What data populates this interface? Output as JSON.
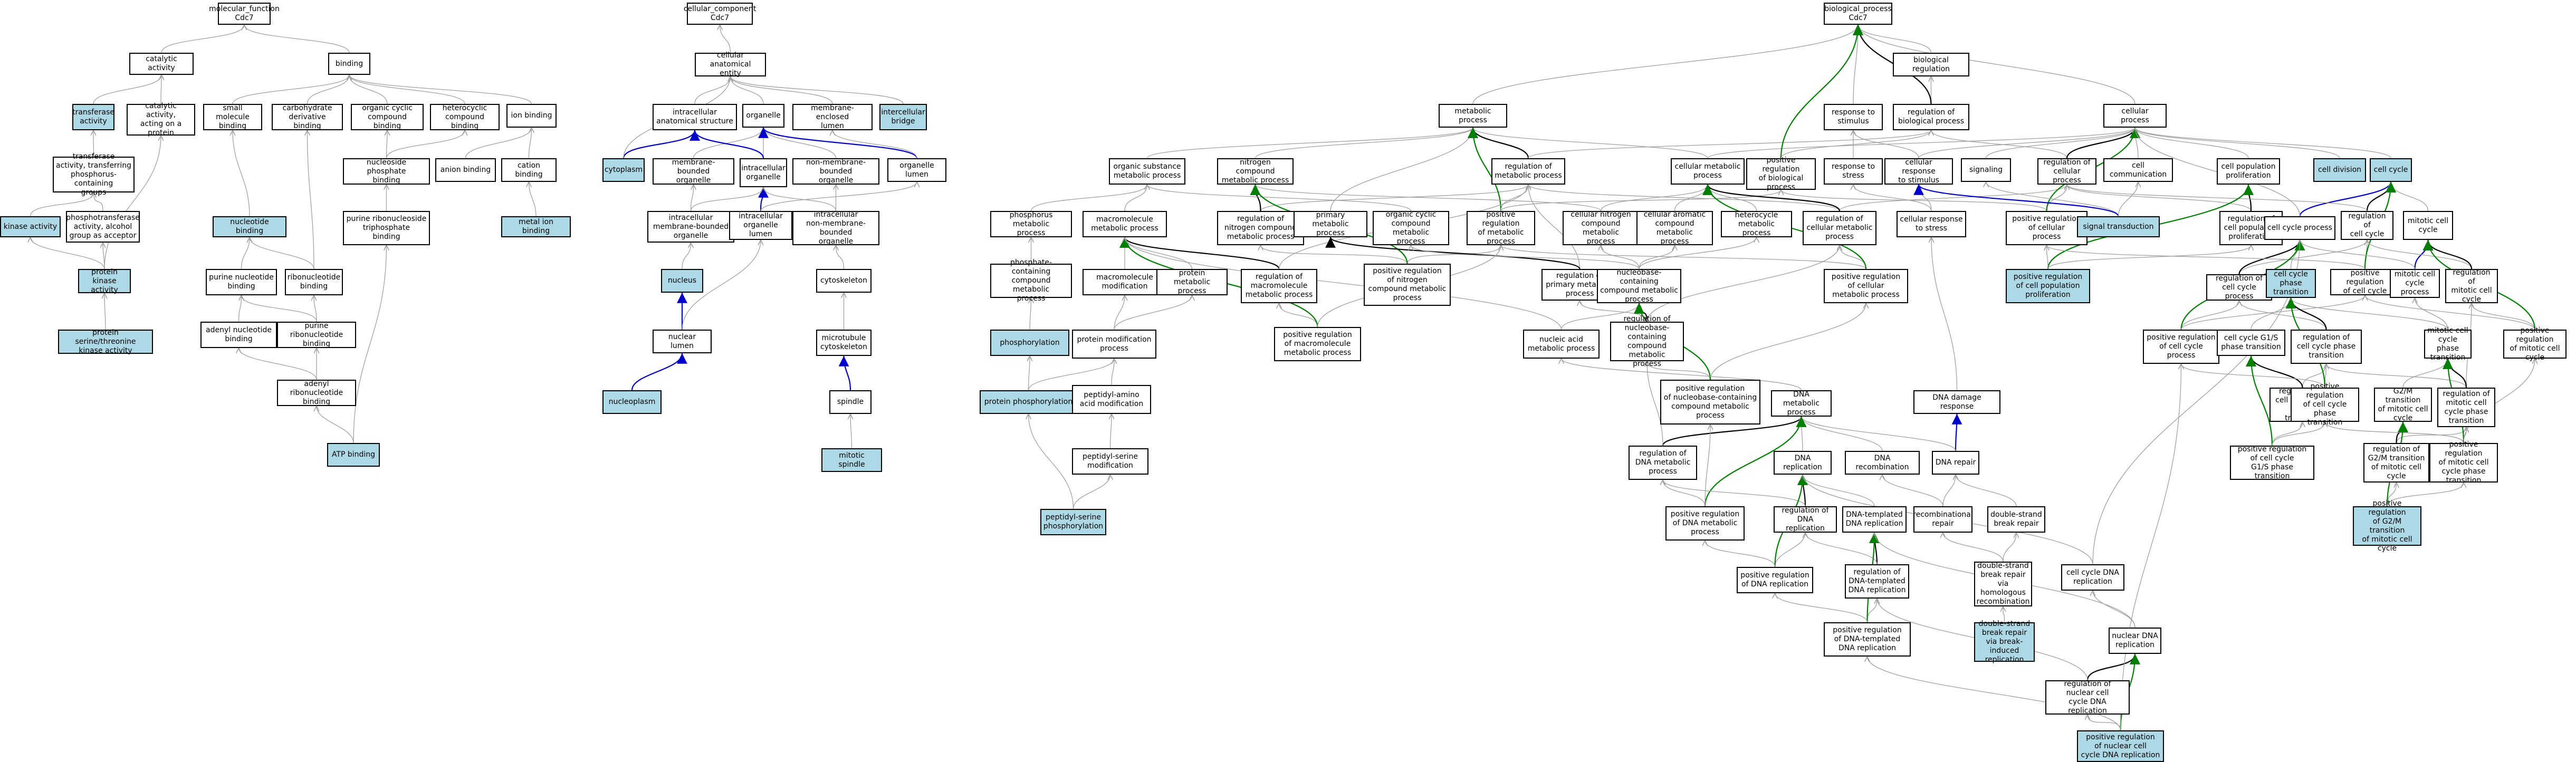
{
  "colors": {
    "highlight_fill": "#add8e6",
    "edge_is_a": "#a0a0a0",
    "edge_part_of": "#0000cc",
    "edge_regulates": "#000000",
    "edge_positively_regulates": "#008000"
  },
  "nodes": [
    {
      "id": "mf",
      "label": "molecular_function\nCdc7",
      "hl": false
    },
    {
      "id": "cat",
      "label": "catalytic activity",
      "hl": false
    },
    {
      "id": "trans",
      "label": "transferase\nactivity",
      "hl": true
    },
    {
      "id": "catprot",
      "label": "catalytic activity,\nacting on a\nprotein",
      "hl": false
    },
    {
      "id": "transphos",
      "label": "transferase\nactivity, transferring\nphosphorus-containing\ngroups",
      "hl": false
    },
    {
      "id": "kinase",
      "label": "kinase activity",
      "hl": true
    },
    {
      "id": "phosalc",
      "label": "phosphotransferase\nactivity, alcohol\ngroup as acceptor",
      "hl": false
    },
    {
      "id": "pka",
      "label": "protein kinase\nactivity",
      "hl": true
    },
    {
      "id": "pst",
      "label": "protein serine/threonine\nkinase activity",
      "hl": true
    },
    {
      "id": "binding",
      "label": "binding",
      "hl": false
    },
    {
      "id": "smb",
      "label": "small molecule\nbinding",
      "hl": false
    },
    {
      "id": "carb",
      "label": "carbohydrate\nderivative binding",
      "hl": false
    },
    {
      "id": "occ",
      "label": "organic cyclic\ncompound binding",
      "hl": false
    },
    {
      "id": "het",
      "label": "heterocyclic\ncompound binding",
      "hl": false
    },
    {
      "id": "ionb",
      "label": "ion binding",
      "hl": false
    },
    {
      "id": "nucb",
      "label": "nucleotide binding",
      "hl": true
    },
    {
      "id": "nspb",
      "label": "nucleoside phosphate\nbinding",
      "hl": false
    },
    {
      "id": "anionb",
      "label": "anion binding",
      "hl": false
    },
    {
      "id": "cationb",
      "label": "cation binding",
      "hl": false
    },
    {
      "id": "prnt",
      "label": "purine ribonucleoside\ntriphosphate\nbinding",
      "hl": false
    },
    {
      "id": "metal",
      "label": "metal ion binding",
      "hl": true
    },
    {
      "id": "purnb",
      "label": "purine nucleotide\nbinding",
      "hl": false
    },
    {
      "id": "ribob",
      "label": "ribonucleotide\nbinding",
      "hl": false
    },
    {
      "id": "adenb",
      "label": "adenyl nucleotide\nbinding",
      "hl": false
    },
    {
      "id": "prb",
      "label": "purine ribonucleotide\nbinding",
      "hl": false
    },
    {
      "id": "adribb",
      "label": "adenyl ribonucleotide\nbinding",
      "hl": false
    },
    {
      "id": "atp",
      "label": "ATP binding",
      "hl": true
    },
    {
      "id": "cc",
      "label": "cellular_component\nCdc7",
      "hl": false
    },
    {
      "id": "cae",
      "label": "cellular anatomical\nentity",
      "hl": false
    },
    {
      "id": "ias",
      "label": "intracellular\nanatomical structure",
      "hl": false
    },
    {
      "id": "organelle",
      "label": "organelle",
      "hl": false
    },
    {
      "id": "meml",
      "label": "membrane-enclosed\nlumen",
      "hl": false
    },
    {
      "id": "icb",
      "label": "intercellular\nbridge",
      "hl": true
    },
    {
      "id": "cyto",
      "label": "cytoplasm",
      "hl": true
    },
    {
      "id": "mbo",
      "label": "membrane-bounded\norganelle",
      "hl": false
    },
    {
      "id": "io",
      "label": "intracellular\norganelle",
      "hl": false
    },
    {
      "id": "nmbo",
      "label": "non-membrane-bounded\norganelle",
      "hl": false
    },
    {
      "id": "ol",
      "label": "organelle lumen",
      "hl": false
    },
    {
      "id": "imbo",
      "label": "intracellular\nmembrane-bounded\norganelle",
      "hl": false
    },
    {
      "id": "iol",
      "label": "intracellular\norganelle lumen",
      "hl": false
    },
    {
      "id": "inmbo",
      "label": "intracellular\nnon-membrane-bounded\norganelle",
      "hl": false
    },
    {
      "id": "nucleus",
      "label": "nucleus",
      "hl": true
    },
    {
      "id": "cytosk",
      "label": "cytoskeleton",
      "hl": false
    },
    {
      "id": "nuclum",
      "label": "nuclear lumen",
      "hl": false
    },
    {
      "id": "mtc",
      "label": "microtubule\ncytoskeleton",
      "hl": false
    },
    {
      "id": "nucleoplasm",
      "label": "nucleoplasm",
      "hl": true
    },
    {
      "id": "spindle",
      "label": "spindle",
      "hl": false
    },
    {
      "id": "mspindle",
      "label": "mitotic spindle",
      "hl": true
    },
    {
      "id": "bp",
      "label": "biological_process\nCdc7",
      "hl": false
    },
    {
      "id": "bioreg",
      "label": "biological regulation",
      "hl": false
    },
    {
      "id": "metproc",
      "label": "metabolic process",
      "hl": false
    },
    {
      "id": "rstim",
      "label": "response to\nstimulus",
      "hl": false
    },
    {
      "id": "regbp",
      "label": "regulation of\nbiological process",
      "hl": false
    },
    {
      "id": "cellproc",
      "label": "cellular process",
      "hl": false
    },
    {
      "id": "osmp",
      "label": "organic substance\nmetabolic process",
      "hl": false
    },
    {
      "id": "ncmp",
      "label": "nitrogen compound\nmetabolic process",
      "hl": false
    },
    {
      "id": "regmp",
      "label": "regulation of\nmetabolic process",
      "hl": false
    },
    {
      "id": "cmp",
      "label": "cellular metabolic\nprocess",
      "hl": false
    },
    {
      "id": "prbp",
      "label": "positive regulation\nof biological\nprocess",
      "hl": false
    },
    {
      "id": "rstress",
      "label": "response to\nstress",
      "hl": false
    },
    {
      "id": "crstim",
      "label": "cellular response\nto stimulus",
      "hl": false
    },
    {
      "id": "signaling",
      "label": "signaling",
      "hl": false
    },
    {
      "id": "regcp",
      "label": "regulation of\ncellular process",
      "hl": false
    },
    {
      "id": "ccomm",
      "label": "cell communication",
      "hl": false
    },
    {
      "id": "cpop",
      "label": "cell population\nproliferation",
      "hl": false
    },
    {
      "id": "cdiv",
      "label": "cell division",
      "hl": true
    },
    {
      "id": "ccycle",
      "label": "cell cycle",
      "hl": true
    },
    {
      "id": "phosmp",
      "label": "phosphorus metabolic\nprocess",
      "hl": false
    },
    {
      "id": "macmp",
      "label": "macromolecule\nmetabolic process",
      "hl": false
    },
    {
      "id": "rncmp",
      "label": "regulation of\nnitrogen compound\nmetabolic process",
      "hl": false
    },
    {
      "id": "primmp",
      "label": "primary metabolic\nprocess",
      "hl": false
    },
    {
      "id": "occmp",
      "label": "organic cyclic\ncompound metabolic\nprocess",
      "hl": false
    },
    {
      "id": "prmp",
      "label": "positive regulation\nof metabolic\nprocess",
      "hl": false
    },
    {
      "id": "cncmp",
      "label": "cellular nitrogen\ncompound metabolic\nprocess",
      "hl": false
    },
    {
      "id": "cacmp",
      "label": "cellular aromatic\ncompound metabolic\nprocess",
      "hl": false
    },
    {
      "id": "hetmp",
      "label": "heterocycle\nmetabolic process",
      "hl": false
    },
    {
      "id": "rcmp",
      "label": "regulation of\ncellular metabolic\nprocess",
      "hl": false
    },
    {
      "id": "crstress",
      "label": "cellular response\nto stress",
      "hl": false
    },
    {
      "id": "prcp",
      "label": "positive regulation\nof cellular\nprocess",
      "hl": false
    },
    {
      "id": "sigtrans",
      "label": "signal transduction",
      "hl": true
    },
    {
      "id": "rcpp",
      "label": "regulation of\ncell population\nproliferation",
      "hl": false
    },
    {
      "id": "ccproc",
      "label": "cell cycle process",
      "hl": false
    },
    {
      "id": "regcc",
      "label": "regulation of\ncell cycle",
      "hl": false
    },
    {
      "id": "mcc",
      "label": "mitotic cell\ncycle",
      "hl": false
    },
    {
      "id": "pcmp",
      "label": "phosphate-containing\ncompound metabolic\nprocess",
      "hl": false
    },
    {
      "id": "macmod",
      "label": "macromolecule\nmodification",
      "hl": false
    },
    {
      "id": "protmp",
      "label": "protein metabolic\nprocess",
      "hl": false
    },
    {
      "id": "rmacmp",
      "label": "regulation of\nmacromolecule\nmetabolic process",
      "hl": false
    },
    {
      "id": "prncmp",
      "label": "positive regulation\nof nitrogen\ncompound metabolic\nprocess",
      "hl": false
    },
    {
      "id": "rprimmp",
      "label": "regulation of\nprimary metabolic\nprocess",
      "hl": false
    },
    {
      "id": "nbcmp",
      "label": "nucleobase-containing\ncompound metabolic\nprocess",
      "hl": false
    },
    {
      "id": "prcmp",
      "label": "positive regulation\nof cellular\nmetabolic process",
      "hl": false
    },
    {
      "id": "prcpp",
      "label": "positive regulation\nof cell population\nproliferation",
      "hl": true
    },
    {
      "id": "rccp",
      "label": "regulation of\ncell cycle process",
      "hl": false
    },
    {
      "id": "ccpt",
      "label": "cell cycle phase\ntransition",
      "hl": true
    },
    {
      "id": "prcc",
      "label": "positive regulation\nof cell cycle",
      "hl": false
    },
    {
      "id": "mccp",
      "label": "mitotic cell\ncycle process",
      "hl": false
    },
    {
      "id": "rmcc",
      "label": "regulation of\nmitotic cell\ncycle",
      "hl": false
    },
    {
      "id": "phosph",
      "label": "phosphorylation",
      "hl": true
    },
    {
      "id": "pmp",
      "label": "protein modification\nprocess",
      "hl": false
    },
    {
      "id": "prmacmp",
      "label": "positive regulation\nof macromolecule\nmetabolic process",
      "hl": false
    },
    {
      "id": "namp",
      "label": "nucleic acid\nmetabolic process",
      "hl": false
    },
    {
      "id": "rnbcmp",
      "label": "regulation of\nnucleobase-containing\ncompound metabolic\nprocess",
      "hl": false
    },
    {
      "id": "prccp",
      "label": "positive regulation\nof cell cycle\nprocess",
      "hl": false
    },
    {
      "id": "ccg1s",
      "label": "cell cycle G1/S\nphase transition",
      "hl": false
    },
    {
      "id": "rccpt",
      "label": "regulation of\ncell cycle phase\ntransition",
      "hl": false
    },
    {
      "id": "mccpt",
      "label": "mitotic cell cycle\nphase transition",
      "hl": false
    },
    {
      "id": "prmcc",
      "label": "positive regulation\nof mitotic cell\ncycle",
      "hl": false
    },
    {
      "id": "protphos",
      "label": "protein phosphorylation",
      "hl": true
    },
    {
      "id": "paamod",
      "label": "peptidyl-amino\nacid modification",
      "hl": false
    },
    {
      "id": "prnbcmp",
      "label": "positive regulation\nof nucleobase-containing\ncompound metabolic\nprocess",
      "hl": false
    },
    {
      "id": "dnamp",
      "label": "DNA metabolic\nprocess",
      "hl": false
    },
    {
      "id": "rccg1s",
      "label": "regulation of\ncell cycle G1/S\nphase transition",
      "hl": false
    },
    {
      "id": "prccpt",
      "label": "positive regulation\nof cell cycle phase\ntransition",
      "hl": false
    },
    {
      "id": "g2m",
      "label": "G2/M transition\nof mitotic cell\ncycle",
      "hl": false
    },
    {
      "id": "rmccpt",
      "label": "regulation of\nmitotic cell\ncycle phase\ntransition",
      "hl": false
    },
    {
      "id": "psermod",
      "label": "peptidyl-serine\nmodification",
      "hl": false
    },
    {
      "id": "dnadr",
      "label": "DNA damage response",
      "hl": false
    },
    {
      "id": "rdnamp",
      "label": "regulation of\nDNA metabolic\nprocess",
      "hl": false
    },
    {
      "id": "dnarep",
      "label": "DNA replication",
      "hl": false
    },
    {
      "id": "dnarec",
      "label": "DNA recombination",
      "hl": false
    },
    {
      "id": "dnarepair",
      "label": "DNA repair",
      "hl": false
    },
    {
      "id": "prccg1s",
      "label": "positive regulation\nof cell cycle\nG1/S phase transition",
      "hl": false
    },
    {
      "id": "rg2m",
      "label": "regulation of\nG2/M transition\nof mitotic cell\ncycle",
      "hl": false
    },
    {
      "id": "prmccpt",
      "label": "positive regulation\nof mitotic cell\ncycle phase\ntransition",
      "hl": false
    },
    {
      "id": "psphos",
      "label": "peptidyl-serine\nphosphorylation",
      "hl": true
    },
    {
      "id": "prdnamp",
      "label": "positive regulation\nof DNA metabolic\nprocess",
      "hl": false
    },
    {
      "id": "rdnarep",
      "label": "regulation of\nDNA replication",
      "hl": false
    },
    {
      "id": "dtdr",
      "label": "DNA-templated\nDNA replication",
      "hl": false
    },
    {
      "id": "recrep",
      "label": "recombinational\nrepair",
      "hl": false
    },
    {
      "id": "dsbr",
      "label": "double-strand\nbreak repair",
      "hl": false
    },
    {
      "id": "prg2m",
      "label": "positive regulation\nof G2/M transition\nof mitotic cell\ncycle",
      "hl": true
    },
    {
      "id": "prdnarep",
      "label": "positive regulation\nof DNA replication",
      "hl": false
    },
    {
      "id": "rdtdr",
      "label": "regulation of\nDNA-templated\nDNA replication",
      "hl": false
    },
    {
      "id": "dsbrhr",
      "label": "double-strand\nbreak repair\nvia homologous\nrecombination",
      "hl": false
    },
    {
      "id": "ccdna",
      "label": "cell cycle DNA\nreplication",
      "hl": false
    },
    {
      "id": "prdtdr",
      "label": "positive regulation\nof DNA-templated\nDNA replication",
      "hl": false
    },
    {
      "id": "dsbrbir",
      "label": "double-strand\nbreak repair\nvia break-induced\nreplication",
      "hl": true
    },
    {
      "id": "ndnarep",
      "label": "nuclear DNA\nreplication",
      "hl": false
    },
    {
      "id": "rncdr",
      "label": "regulation of\nnuclear cell\ncycle DNA replication",
      "hl": false
    },
    {
      "id": "prncdr",
      "label": "positive regulation\nof nuclear cell\ncycle DNA replication",
      "hl": true
    }
  ]
}
